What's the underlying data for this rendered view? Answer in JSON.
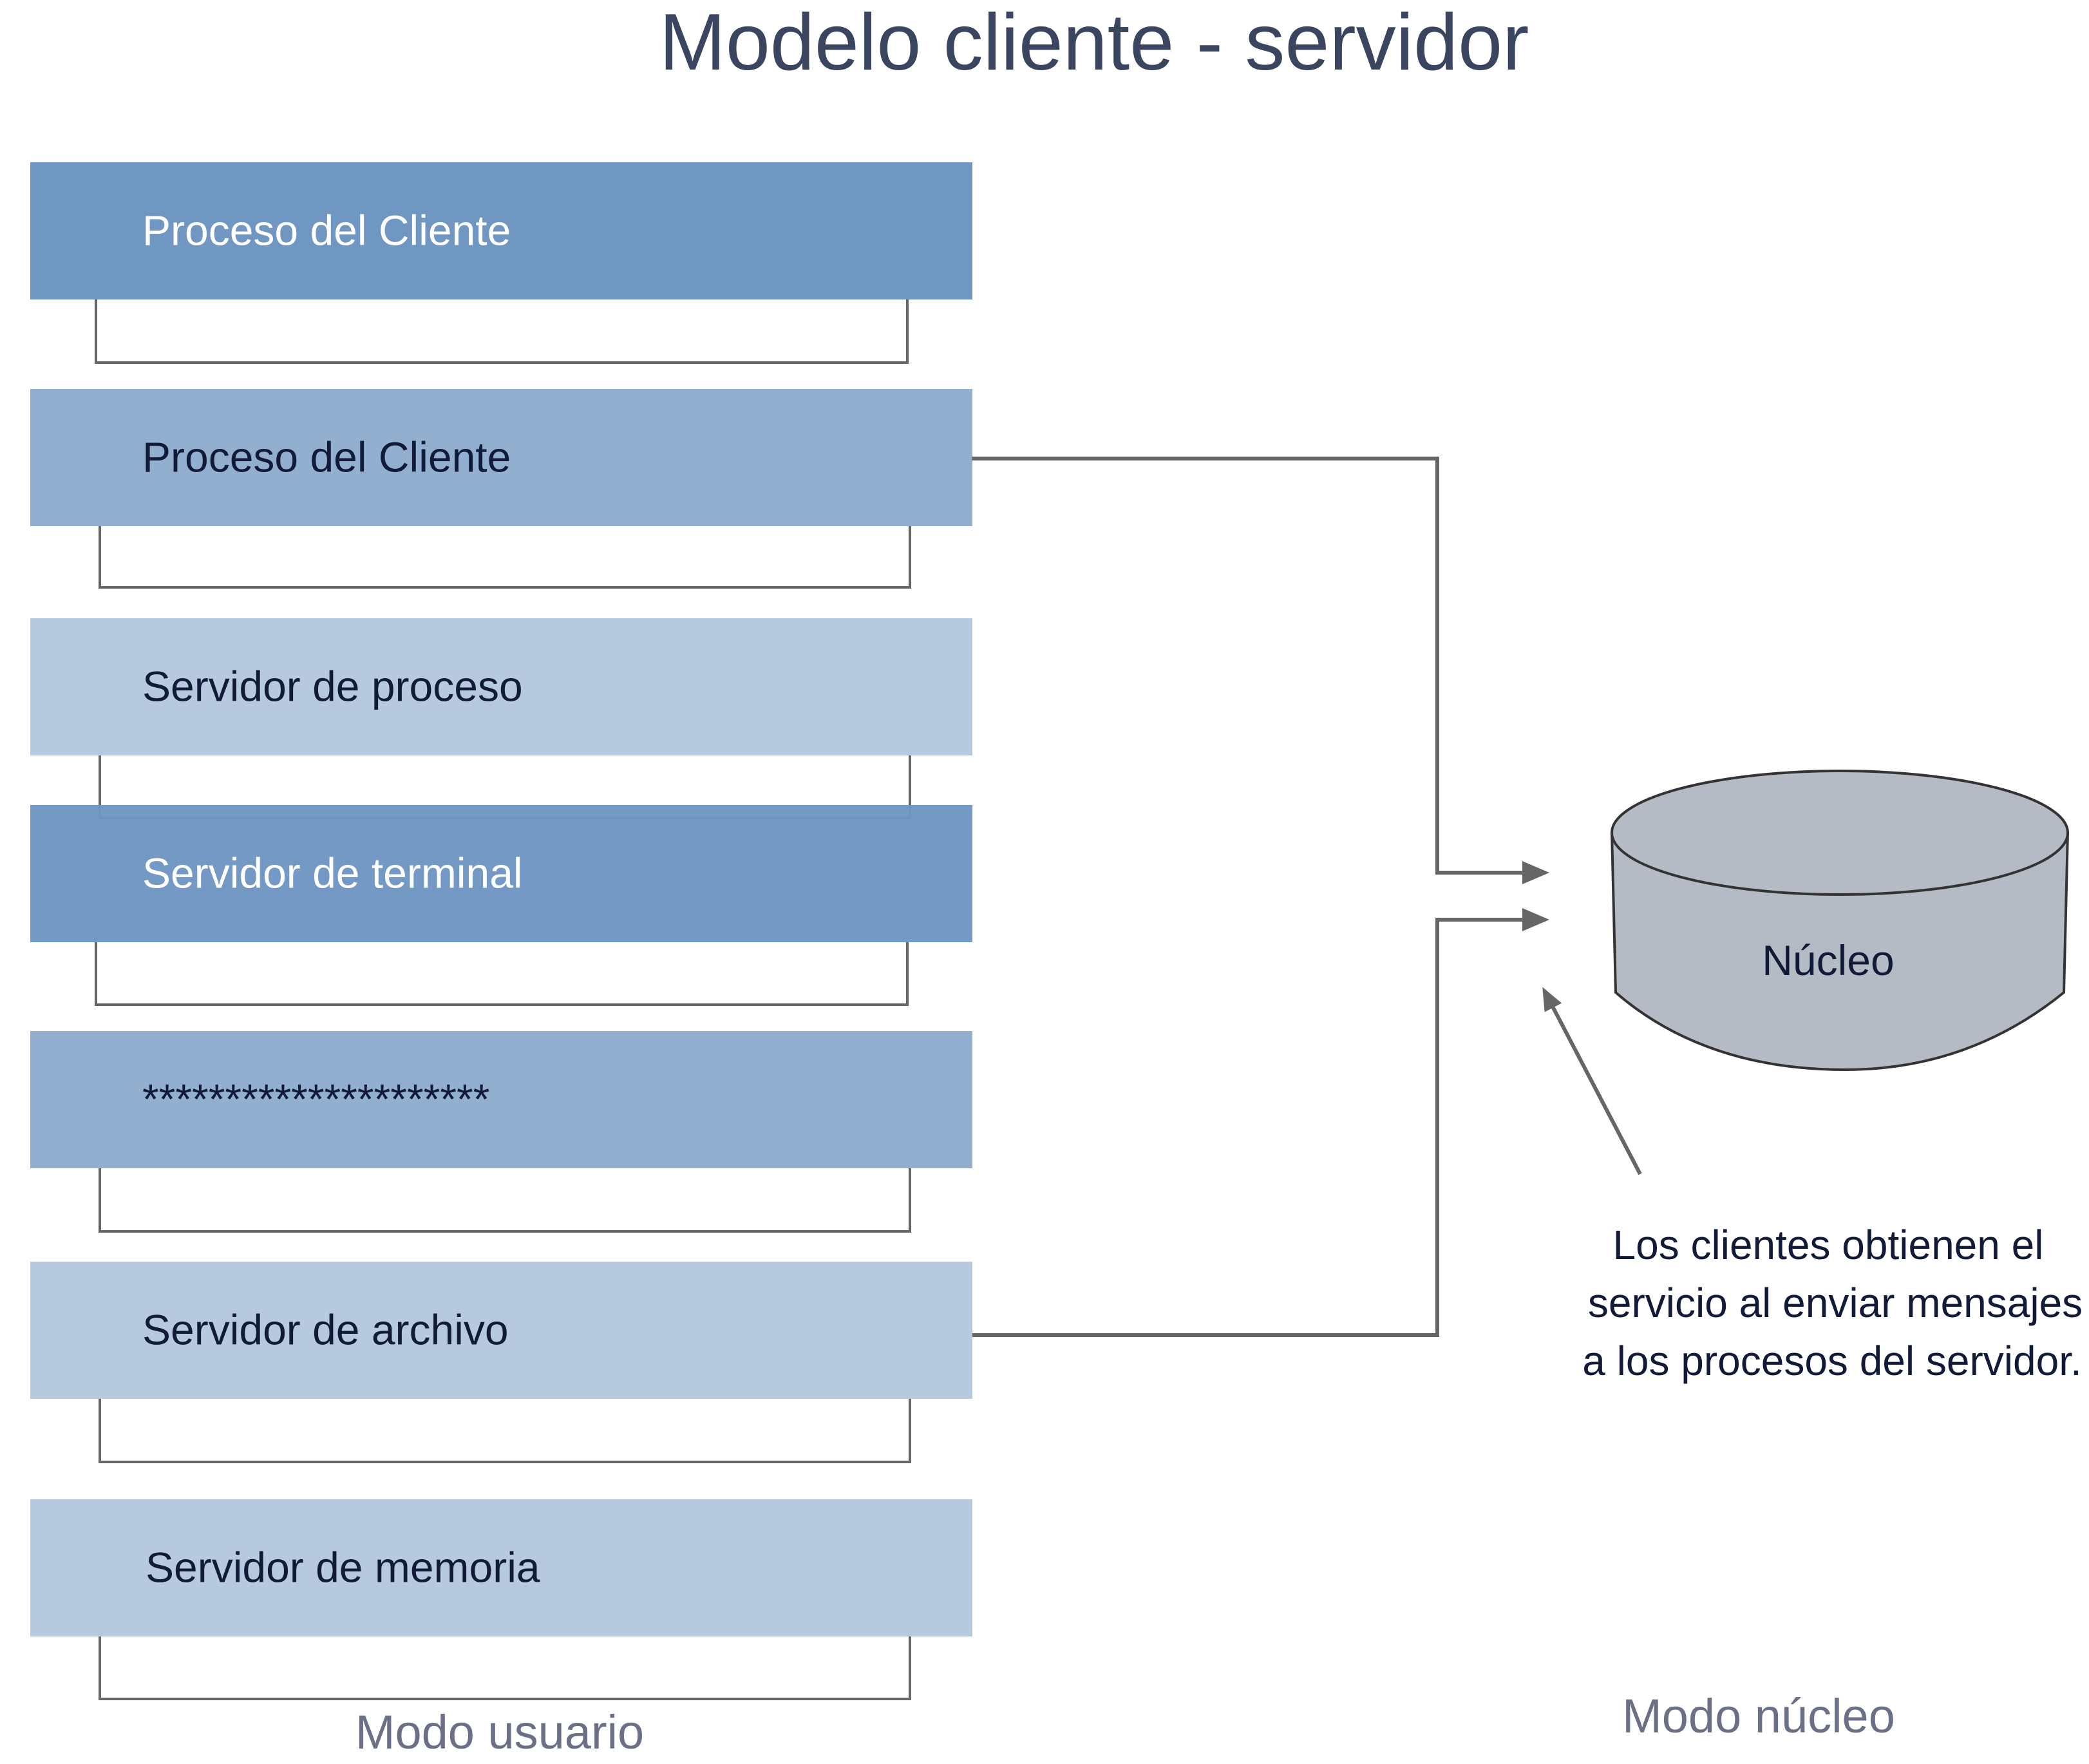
{
  "title": "Modelo cliente - servidor",
  "colors": {
    "dark_blue": "#7096c2",
    "mid_blue": "#93afd0",
    "light_blue": "#b7c9df",
    "kernel_fill": "#b5bbc5",
    "line": "#666666",
    "text_dark": "#111a36",
    "text_light": "#ffffff"
  },
  "blocks": [
    {
      "label": "Proceso del Cliente",
      "shade": "dark_blue",
      "text": "text_light"
    },
    {
      "label": "Proceso del Cliente",
      "shade": "mid_blue",
      "text": "text_dark"
    },
    {
      "label": "Servidor de proceso",
      "shade": "light_blue",
      "text": "text_dark"
    },
    {
      "label": "Servidor de terminal",
      "shade": "dark_blue",
      "text": "text_light"
    },
    {
      "label": "*********************",
      "shade": "mid_blue",
      "text": "text_dark"
    },
    {
      "label": "Servidor de archivo",
      "shade": "light_blue",
      "text": "text_dark"
    },
    {
      "label": "Servidor de memoria",
      "shade": "light_blue",
      "text": "text_dark"
    }
  ],
  "connections": [
    {
      "from": "Proceso del Cliente",
      "to": "Núcleo"
    },
    {
      "from": "Servidor de archivo",
      "to": "Núcleo"
    }
  ],
  "kernel": {
    "label": "Núcleo"
  },
  "caption": [
    "Los clientes obtienen el",
    "servicio al enviar mensajes",
    "a los procesos del servidor."
  ],
  "modes": {
    "user": "Modo usuario",
    "kernel": "Modo núcleo"
  }
}
